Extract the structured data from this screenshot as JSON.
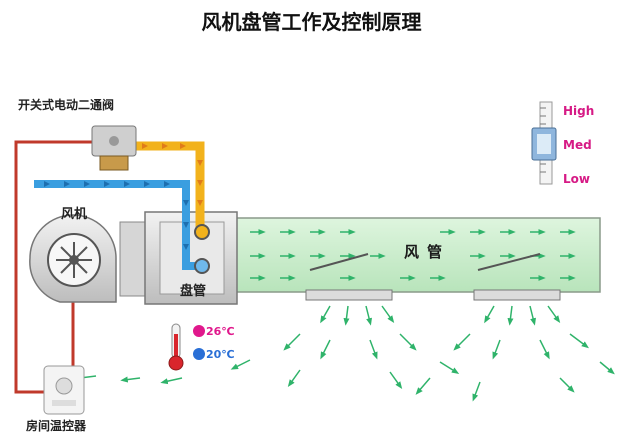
{
  "title": "风机盘管工作及控制原理",
  "labels": {
    "valve": "开关式电动二通阀",
    "fan": "风机",
    "coil": "盘管",
    "duct": "风管",
    "thermostat": "房间温控器"
  },
  "temperatures": {
    "high": "26℃",
    "low": "20℃"
  },
  "fan_speeds": {
    "high": "High",
    "med": "Med",
    "low": "Low"
  },
  "colors": {
    "hot_water": "#f2b21c",
    "cold_water": "#3a9ee0",
    "wire": "#c0392b",
    "duct_fill": "#c9ecc9",
    "airflow": "#2fb36a",
    "temp_high_dot": "#e0188c",
    "temp_low_dot": "#2a6fd6",
    "speed_text": "#d61a85"
  }
}
